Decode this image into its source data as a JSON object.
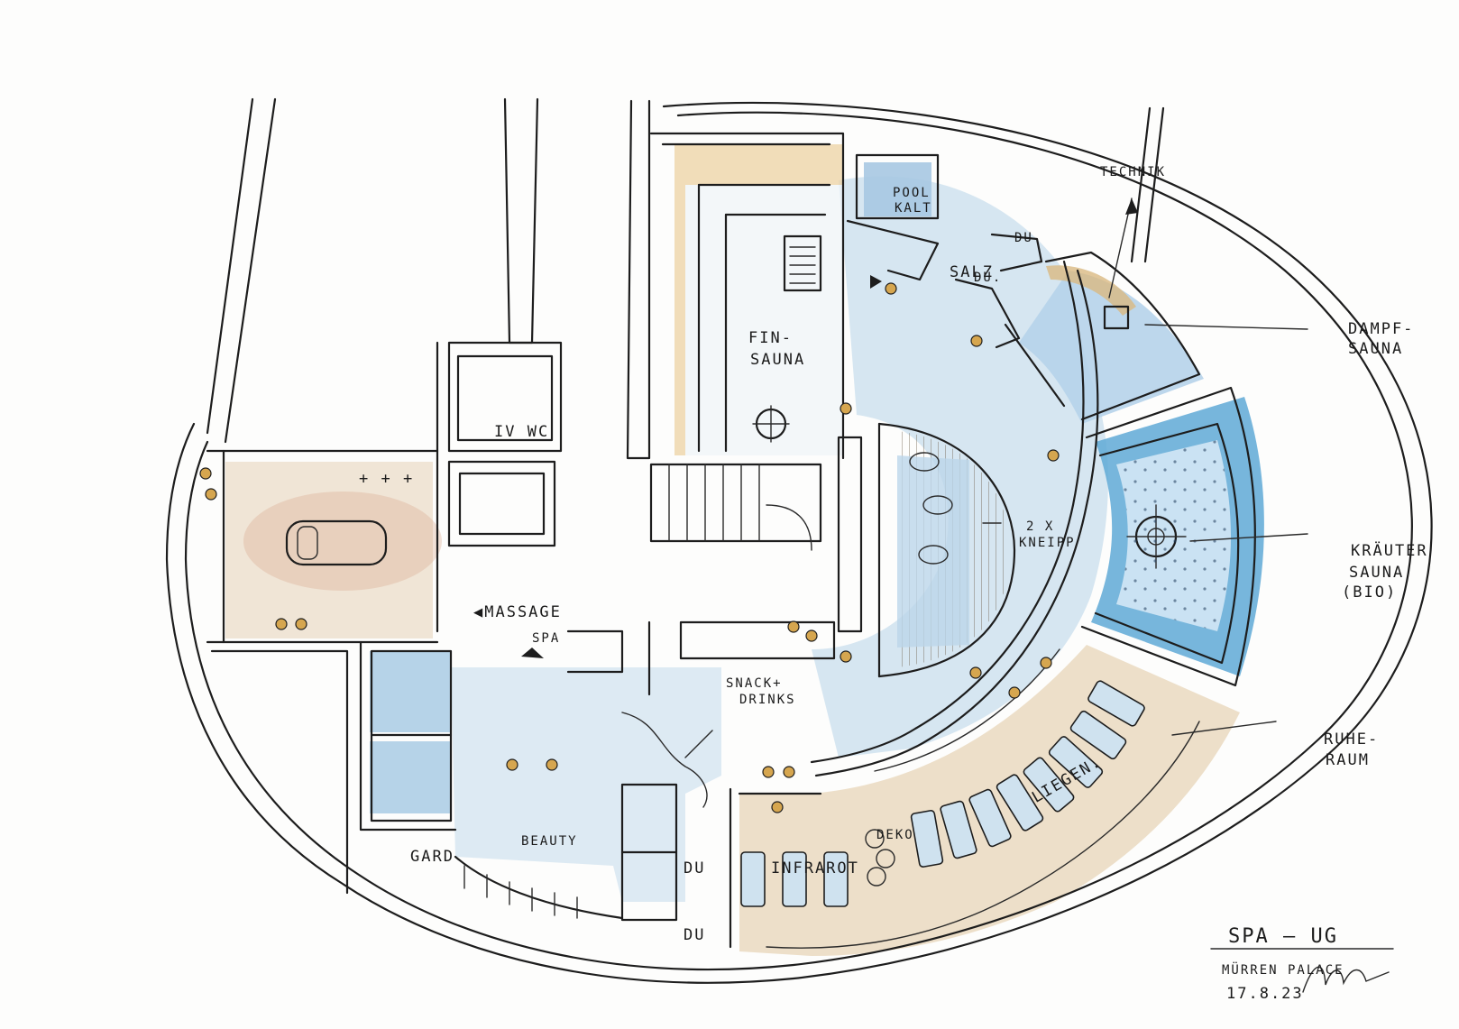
{
  "labels": {
    "technik": "TECHNIK",
    "pool_kalt_1": "POOL",
    "pool_kalt_2": "KALT",
    "du_1": "DU",
    "du_2": "DU.",
    "salz": "SALZ",
    "dampfsauna_1": "DAMPF-",
    "dampfsauna_2": "SAUNA",
    "finsauna_1": "FIN-",
    "finsauna_2": "SAUNA",
    "wc": "IV WC",
    "kneipp_1": "2 X",
    "kneipp_2": "KNEIPP",
    "kraeuter_1": "KRÄUTER",
    "kraeuter_2": "SAUNA",
    "kraeuter_3": "(BIO)",
    "massage": "◀MASSAGE",
    "spa": "SPA",
    "snack_1": "SNACK+",
    "snack_2": "DRINKS",
    "ruheraum_1": "RUHE-",
    "ruheraum_2": "RAUM",
    "liegen": "LIEGEN.",
    "infrarot": "INFRAROT",
    "deko": "DEKO",
    "beauty": "BEAUTY",
    "gard": "GARD",
    "du_3": "DU",
    "du_4": "DU"
  },
  "title_block": {
    "title": "SPA — UG",
    "subtitle": "MÜRREN PALACE",
    "date": "17.8.23"
  },
  "colors": {
    "water_blue": "#5fa9d6",
    "light_blue": "#cfe2ef",
    "warm_beige": "#ead9c0",
    "wood_ochre": "#d9b982",
    "ink": "#1d1d1d"
  }
}
